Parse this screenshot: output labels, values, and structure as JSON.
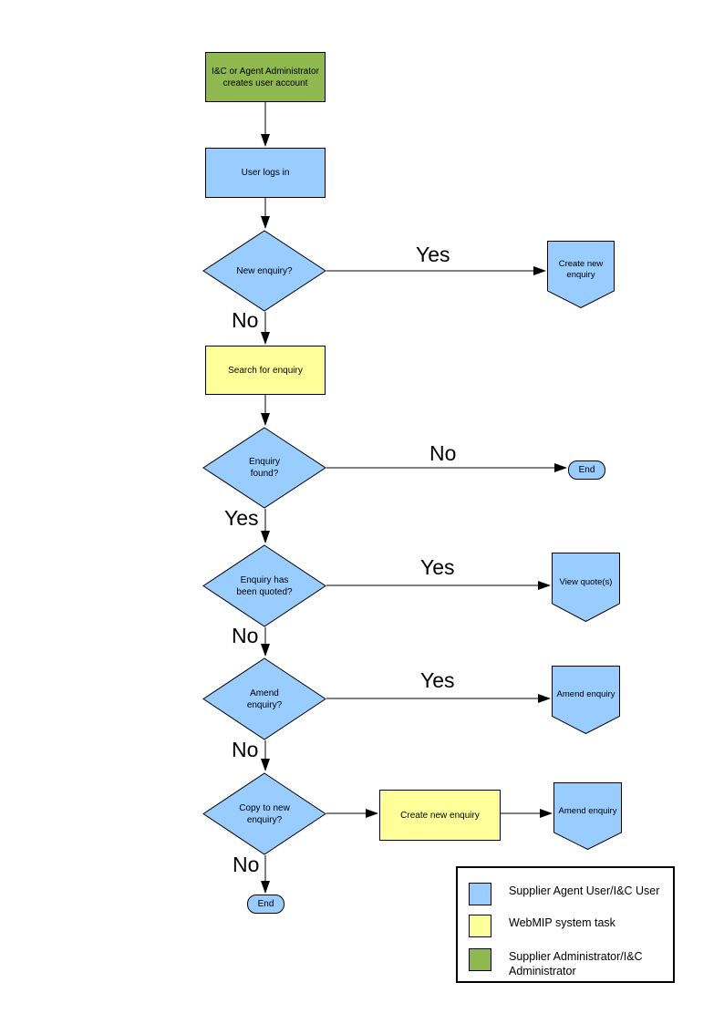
{
  "colors": {
    "user_task_blue": "#99ccff",
    "system_task_yellow": "#ffff99",
    "admin_task_green": "#8fb84e",
    "line_black": "#000000"
  },
  "nodes": {
    "create_account": {
      "label": "I&C or Agent Administrator\ncreates user account",
      "type": "process",
      "role": "admin"
    },
    "user_logs_in": {
      "label": "User logs in",
      "type": "process",
      "role": "user"
    },
    "new_enquiry": {
      "label": "New enquiry?",
      "type": "decision"
    },
    "create_new_enquiry_ref": {
      "label": "Create new\nenquiry",
      "type": "offpage-connector"
    },
    "search_for_enquiry": {
      "label": "Search for enquiry",
      "type": "process",
      "role": "system"
    },
    "enquiry_found": {
      "label": "Enquiry\nfound?",
      "type": "decision"
    },
    "end_1": {
      "label": "End",
      "type": "terminator"
    },
    "enquiry_quoted": {
      "label": "Enquiry has\nbeen quoted?",
      "type": "decision"
    },
    "view_quotes": {
      "label": "View quote(s)",
      "type": "offpage-connector"
    },
    "amend_enquiry_decision": {
      "label": "Amend\nenquiry?",
      "type": "decision"
    },
    "amend_enquiry_ref_1": {
      "label": "Amend enquiry",
      "type": "offpage-connector"
    },
    "copy_to_new_enquiry": {
      "label": "Copy to new\nenquiry?",
      "type": "decision"
    },
    "create_new_enquiry_task": {
      "label": "Create new enquiry",
      "type": "process",
      "role": "system"
    },
    "amend_enquiry_ref_2": {
      "label": "Amend enquiry",
      "type": "offpage-connector"
    },
    "end_2": {
      "label": "End",
      "type": "terminator"
    }
  },
  "edge_labels": {
    "yes_new_enquiry": "Yes",
    "no_new_enquiry": "No",
    "no_enquiry_found": "No",
    "yes_enquiry_found": "Yes",
    "yes_quoted": "Yes",
    "no_quoted": "No",
    "yes_amend": "Yes",
    "no_amend": "No",
    "no_copy": "No"
  },
  "legend": {
    "items": [
      {
        "color": "#99ccff",
        "label": "Supplier Agent User/I&C User"
      },
      {
        "color": "#ffff99",
        "label": "WebMIP system task"
      },
      {
        "color": "#8fb84e",
        "label": "Supplier Administrator/I&C Administrator"
      }
    ]
  }
}
